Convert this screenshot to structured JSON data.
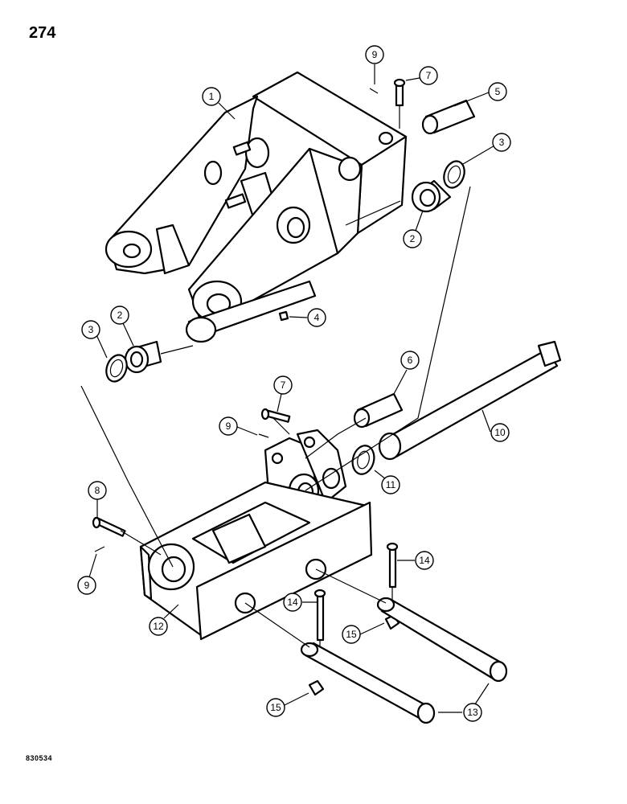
{
  "page": {
    "number": "274",
    "drawing_code": "830534"
  },
  "callouts": [
    "1",
    "9",
    "7",
    "5",
    "3",
    "2",
    "2",
    "3",
    "4",
    "6",
    "7",
    "9",
    "10",
    "11",
    "8",
    "9",
    "12",
    "14",
    "14",
    "15",
    "15",
    "13"
  ]
}
